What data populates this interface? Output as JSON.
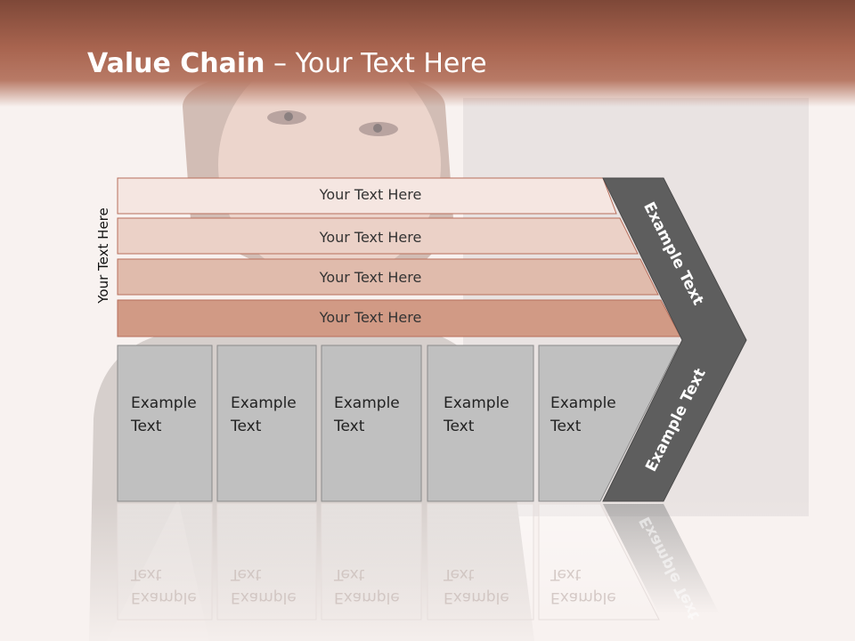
{
  "slide": {
    "title_bold": "Value Chain",
    "title_rest": " – Your Text Here",
    "vertical_label": "Your Text Here",
    "rows": [
      "Your Text Here",
      "Your Text Here",
      "Your Text Here",
      "Your Text Here"
    ],
    "boxes": [
      {
        "line1": "Example",
        "line2": "Text"
      },
      {
        "line1": "Example",
        "line2": "Text"
      },
      {
        "line1": "Example",
        "line2": "Text"
      },
      {
        "line1": "Example",
        "line2": "Text"
      },
      {
        "line1": "Example",
        "line2": "Text"
      }
    ],
    "chevron_upper": "Example Text",
    "chevron_lower": "Example Text"
  },
  "colors": {
    "header": "#a8644f",
    "row1": "#f5e6e1",
    "row2": "#ebd1c7",
    "row3": "#e0bbac",
    "row4": "#d19a85",
    "box": "#c0c0c0",
    "chevron": "#5e5e5e"
  }
}
